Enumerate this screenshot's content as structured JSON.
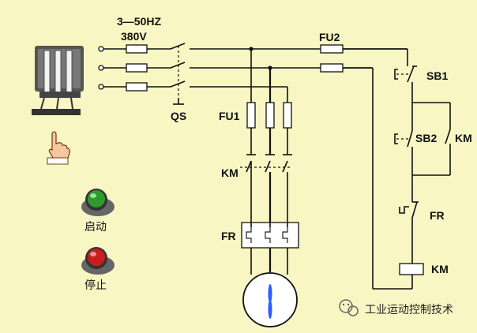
{
  "labels": {
    "supply_frequency": "3—50HZ",
    "supply_voltage": "380V",
    "qs": "QS",
    "fu1": "FU1",
    "fu2": "FU2",
    "km_main": "KM",
    "fr_main": "FR",
    "sb1": "SB1",
    "sb2": "SB2",
    "km_aux": "KM",
    "fr_ctrl": "FR",
    "km_coil": "KM"
  },
  "buttons": {
    "start_label": "启动",
    "stop_label": "停止",
    "start_color": "#2e9a2e",
    "stop_color": "#c81e1e"
  },
  "watermark": {
    "text": "工业运动控制技术"
  },
  "colors": {
    "background": "#f8f6c2",
    "motor_rotor": "#2a5cff"
  },
  "icons": [
    "power-supply-icon",
    "pointer-hand-icon",
    "wechat-logo-icon"
  ]
}
